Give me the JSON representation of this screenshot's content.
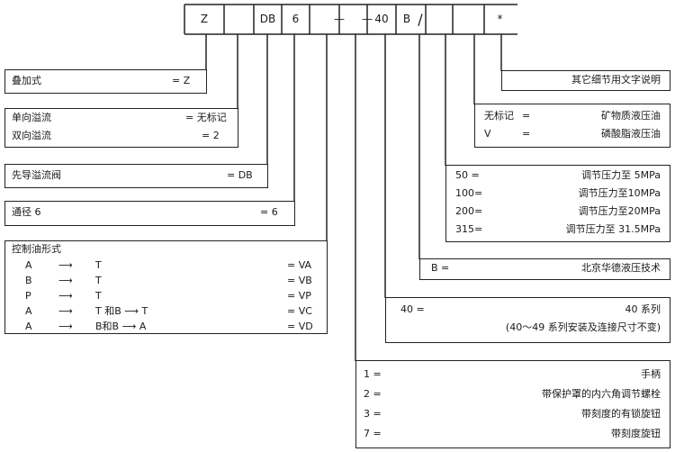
{
  "code_row": {
    "cells": [
      "Z",
      "",
      "DB",
      "6",
      "",
      "",
      "40",
      "B",
      "",
      "",
      "*"
    ],
    "dashes": [
      "—",
      "—"
    ],
    "slash": "/"
  },
  "left": {
    "stacked": {
      "label": "叠加式",
      "code": "= Z"
    },
    "relief": [
      {
        "label": "单向溢流",
        "code": "= 无标记"
      },
      {
        "label": "双向溢流",
        "code": "= 2"
      }
    ],
    "pilot": {
      "label": "先导溢流阀",
      "code": "= DB"
    },
    "size": {
      "label": "通径 6",
      "code": "= 6"
    },
    "control": {
      "title": "控制油形式",
      "rows": [
        {
          "from": "A",
          "arrow": "⟶",
          "to": "T",
          "code": "= VA"
        },
        {
          "from": "B",
          "arrow": "⟶",
          "to": "T",
          "code": "= VB"
        },
        {
          "from": "P",
          "arrow": "⟶",
          "to": "T",
          "code": "= VP"
        },
        {
          "from": "A",
          "arrow": "⟶",
          "to": "T 和B ⟶ T",
          "code": "= VC"
        },
        {
          "from": "A",
          "arrow": "⟶",
          "to": "B和B ⟶ A",
          "code": "= VD"
        }
      ]
    }
  },
  "right": {
    "other": {
      "text": "其它细节用文字说明"
    },
    "fluid": [
      {
        "code": "无标记",
        "eq": "=",
        "desc": "矿物质液压油"
      },
      {
        "code": "V",
        "eq": "=",
        "desc": "磷酸脂液压油"
      }
    ],
    "pressure": [
      {
        "code": "50 =",
        "desc": "调节压力至 5MPa"
      },
      {
        "code": "100=",
        "desc": "调节压力至10MPa"
      },
      {
        "code": "200=",
        "desc": "调节压力至20MPa"
      },
      {
        "code": "315=",
        "desc": "调节压力至 31.5MPa"
      }
    ],
    "brand": {
      "code": "B =",
      "desc": "北京华德液压技术"
    },
    "series": {
      "code": "40 =",
      "desc": "40 系列",
      "note": "(40～49 系列安装及连接尺寸不变)"
    },
    "adjust": [
      {
        "code": "1 =",
        "desc": "手柄"
      },
      {
        "code": "2 =",
        "desc": "带保护罩的内六角调节螺栓"
      },
      {
        "code": "3 =",
        "desc": "带刻度的有锁旋钮"
      },
      {
        "code": "7 =",
        "desc": "带刻度旋钮"
      }
    ]
  }
}
